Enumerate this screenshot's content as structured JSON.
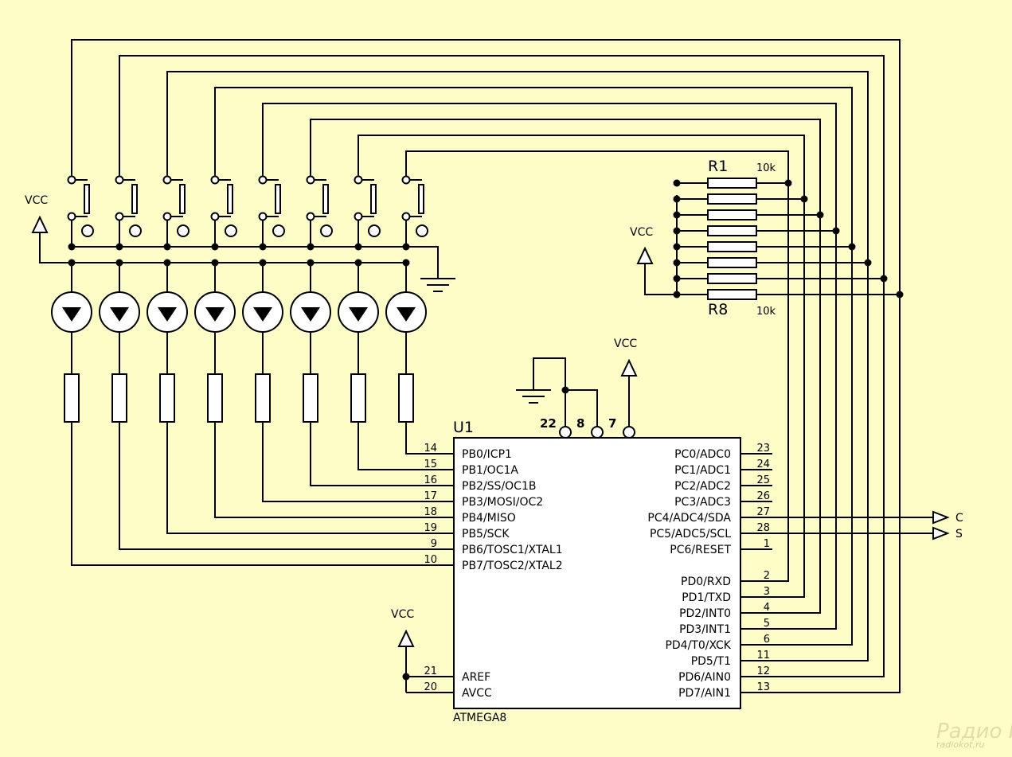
{
  "chip": {
    "ref": "U1",
    "part": "ATMEGA8",
    "left_pins": [
      {
        "num": "14",
        "name": "PB0/ICP1"
      },
      {
        "num": "15",
        "name": "PB1/OC1A"
      },
      {
        "num": "16",
        "name": "PB2/SS/OC1B"
      },
      {
        "num": "17",
        "name": "PB3/MOSI/OC2"
      },
      {
        "num": "18",
        "name": "PB4/MISO"
      },
      {
        "num": "19",
        "name": "PB5/SCK"
      },
      {
        "num": "9",
        "name": "PB6/TOSC1/XTAL1"
      },
      {
        "num": "10",
        "name": "PB7/TOSC2/XTAL2"
      }
    ],
    "left_bottom_pins": [
      {
        "num": "21",
        "name": "AREF"
      },
      {
        "num": "20",
        "name": "AVCC"
      }
    ],
    "right_pins_c": [
      {
        "num": "23",
        "name": "PC0/ADC0"
      },
      {
        "num": "24",
        "name": "PC1/ADC1"
      },
      {
        "num": "25",
        "name": "PC2/ADC2"
      },
      {
        "num": "26",
        "name": "PC3/ADC3"
      },
      {
        "num": "27",
        "name": "PC4/ADC4/SDA"
      },
      {
        "num": "28",
        "name": "PC5/ADC5/SCL"
      },
      {
        "num": "1",
        "name": "PC6/RESET"
      }
    ],
    "right_pins_d": [
      {
        "num": "2",
        "name": "PD0/RXD"
      },
      {
        "num": "3",
        "name": "PD1/TXD"
      },
      {
        "num": "4",
        "name": "PD2/INT0"
      },
      {
        "num": "5",
        "name": "PD3/INT1"
      },
      {
        "num": "6",
        "name": "PD4/T0/XCK"
      },
      {
        "num": "11",
        "name": "PD5/T1"
      },
      {
        "num": "12",
        "name": "PD6/AIN0"
      },
      {
        "num": "13",
        "name": "PD7/AIN1"
      }
    ],
    "top_pins": [
      "22",
      "8",
      "7"
    ]
  },
  "outputs": [
    "C",
    "S"
  ],
  "resistor_array": {
    "first_ref": "R1",
    "last_ref": "R8",
    "first_value": "10k",
    "last_value": "10k"
  },
  "power": {
    "vcc_label": "VCC"
  },
  "watermark": {
    "logo": "Радио КОТ",
    "url": "radiokot.ru"
  }
}
